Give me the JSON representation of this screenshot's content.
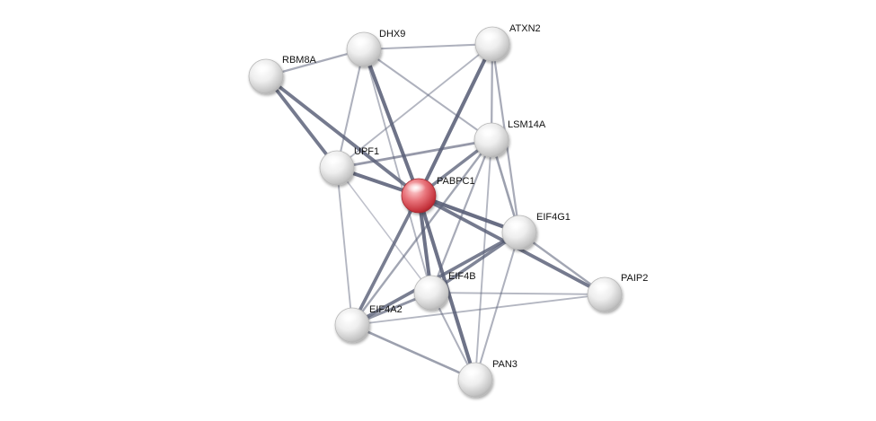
{
  "network": {
    "colors": {
      "query_node": "#d9444c",
      "neighbor_node": "#dcdcdc",
      "edge": "#5a6078",
      "background": "#ffffff"
    },
    "nodes": [
      {
        "id": "PABPC1",
        "label": "PABPC1",
        "query": true
      },
      {
        "id": "DHX9",
        "label": "DHX9",
        "query": false
      },
      {
        "id": "ATXN2",
        "label": "ATXN2",
        "query": false
      },
      {
        "id": "RBM8A",
        "label": "RBM8A",
        "query": false
      },
      {
        "id": "LSM14A",
        "label": "LSM14A",
        "query": false
      },
      {
        "id": "UPF1",
        "label": "UPF1",
        "query": false
      },
      {
        "id": "EIF4G1",
        "label": "EIF4G1",
        "query": false
      },
      {
        "id": "PAIP2",
        "label": "PAIP2",
        "query": false
      },
      {
        "id": "EIF4B",
        "label": "EIF4B",
        "query": false
      },
      {
        "id": "EIF4A2",
        "label": "EIF4A2",
        "query": false
      },
      {
        "id": "PAN3",
        "label": "PAN3",
        "query": false
      }
    ],
    "edges": [
      {
        "source": "PABPC1",
        "target": "DHX9",
        "weight": 0.9
      },
      {
        "source": "PABPC1",
        "target": "ATXN2",
        "weight": 0.9
      },
      {
        "source": "PABPC1",
        "target": "RBM8A",
        "weight": 0.85
      },
      {
        "source": "PABPC1",
        "target": "UPF1",
        "weight": 0.9
      },
      {
        "source": "PABPC1",
        "target": "LSM14A",
        "weight": 0.75
      },
      {
        "source": "PABPC1",
        "target": "EIF4G1",
        "weight": 0.95
      },
      {
        "source": "PABPC1",
        "target": "PAIP2",
        "weight": 0.85
      },
      {
        "source": "PABPC1",
        "target": "EIF4B",
        "weight": 0.9
      },
      {
        "source": "PABPC1",
        "target": "EIF4A2",
        "weight": 0.8
      },
      {
        "source": "PABPC1",
        "target": "PAN3",
        "weight": 0.9
      },
      {
        "source": "RBM8A",
        "target": "UPF1",
        "weight": 0.85
      },
      {
        "source": "RBM8A",
        "target": "DHX9",
        "weight": 0.4
      },
      {
        "source": "DHX9",
        "target": "ATXN2",
        "weight": 0.35
      },
      {
        "source": "DHX9",
        "target": "UPF1",
        "weight": 0.35
      },
      {
        "source": "DHX9",
        "target": "LSM14A",
        "weight": 0.35
      },
      {
        "source": "DHX9",
        "target": "EIF4B",
        "weight": 0.3
      },
      {
        "source": "ATXN2",
        "target": "UPF1",
        "weight": 0.3
      },
      {
        "source": "ATXN2",
        "target": "LSM14A",
        "weight": 0.4
      },
      {
        "source": "ATXN2",
        "target": "EIF4G1",
        "weight": 0.4
      },
      {
        "source": "UPF1",
        "target": "LSM14A",
        "weight": 0.55
      },
      {
        "source": "UPF1",
        "target": "EIF4A2",
        "weight": 0.3
      },
      {
        "source": "UPF1",
        "target": "EIF4B",
        "weight": 0.2
      },
      {
        "source": "LSM14A",
        "target": "EIF4G1",
        "weight": 0.5
      },
      {
        "source": "LSM14A",
        "target": "EIF4B",
        "weight": 0.4
      },
      {
        "source": "LSM14A",
        "target": "EIF4A2",
        "weight": 0.45
      },
      {
        "source": "LSM14A",
        "target": "PAN3",
        "weight": 0.3
      },
      {
        "source": "EIF4G1",
        "target": "PAIP2",
        "weight": 0.45
      },
      {
        "source": "EIF4G1",
        "target": "EIF4B",
        "weight": 0.75
      },
      {
        "source": "EIF4G1",
        "target": "EIF4A2",
        "weight": 0.8
      },
      {
        "source": "EIF4G1",
        "target": "PAN3",
        "weight": 0.35
      },
      {
        "source": "EIF4B",
        "target": "EIF4A2",
        "weight": 0.6
      },
      {
        "source": "EIF4B",
        "target": "PAN3",
        "weight": 0.35
      },
      {
        "source": "EIF4B",
        "target": "PAIP2",
        "weight": 0.3
      },
      {
        "source": "EIF4A2",
        "target": "PAN3",
        "weight": 0.5
      },
      {
        "source": "EIF4A2",
        "target": "PAIP2",
        "weight": 0.3
      }
    ]
  }
}
